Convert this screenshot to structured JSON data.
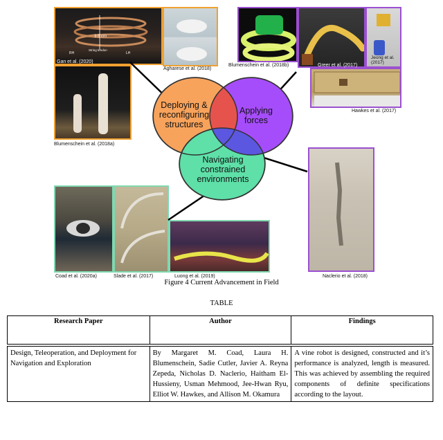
{
  "figure": {
    "caption": "Figure 4 Current Advancement in Field",
    "venn": {
      "deploying": "Deploying & reconfiguring structures",
      "applying": "Applying forces",
      "navigating": "Navigating constrained environments"
    },
    "photo_captions": {
      "gan": "Gan et al. (2020)",
      "agharese": "Agharese et al. (2018)",
      "blumenschein_a": "Blumenschein et al. (2018a)",
      "blumenschein_b": "Blumenschein et al. (2018b)",
      "greer": "Greer et al. (2017)",
      "jeong": "Jeong et al. (2017)",
      "hawkes": "Hawkes et al. (2017)",
      "coad": "Coad et al. (2020a)",
      "slade": "Slade et al. (2017)",
      "luong": "Luong et al. (2019)",
      "naclerio": "Naclerio et al. (2018)"
    },
    "photo_labels": {
      "scale": "3.5 cm",
      "rh": "RH",
      "lh": "LH",
      "tendon": "String tendon"
    },
    "colors": {
      "orange": "#f7a35c",
      "purple": "#a64dfb",
      "green": "#5ee0a8",
      "overlap_red": "#e6534d",
      "overlap_blue": "#5b57e0"
    }
  },
  "table": {
    "title": "TABLE",
    "headers": [
      "Research Paper",
      "Author",
      "Findings"
    ],
    "row": {
      "paper": "Design, Teleoperation, and Deployment for Navigation and Exploration",
      "author": "By Margaret M. Coad, Laura H. Blumenschein, Sadie Cutler, Javier A. Reyna Zepeda, Nicholas D. Naclerio, Haitham El-Hussieny, Usman Mehmood, Jee-Hwan Ryu, Elliot W. Hawkes, and Allison M. Okamura",
      "findings": "A vine robot is designed, constructed and it’s performance is analyzed, length is measured. This was achieved by assembling the required components of definite specifications according to the layout."
    }
  }
}
